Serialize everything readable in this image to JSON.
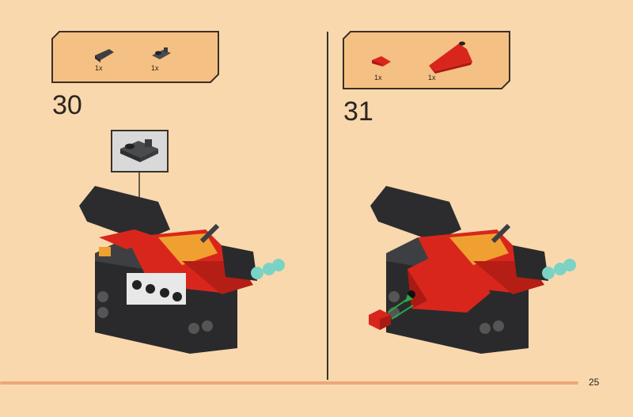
{
  "steps": [
    {
      "number": "30",
      "parts": [
        {
          "qty": "1x",
          "name": "dark-gray-slope-grille"
        },
        {
          "qty": "1x",
          "name": "dark-gray-plate-clip"
        }
      ]
    },
    {
      "number": "31",
      "parts": [
        {
          "qty": "1x",
          "name": "red-wedge-small"
        },
        {
          "qty": "1x",
          "name": "red-wedge-large"
        }
      ]
    }
  ],
  "page_number": "25",
  "colors": {
    "background": "#f9d8ad",
    "parts_box": "#f5c083",
    "accent_line": "#eda878",
    "red": "#d9261c",
    "dark": "#2d2d2d"
  }
}
